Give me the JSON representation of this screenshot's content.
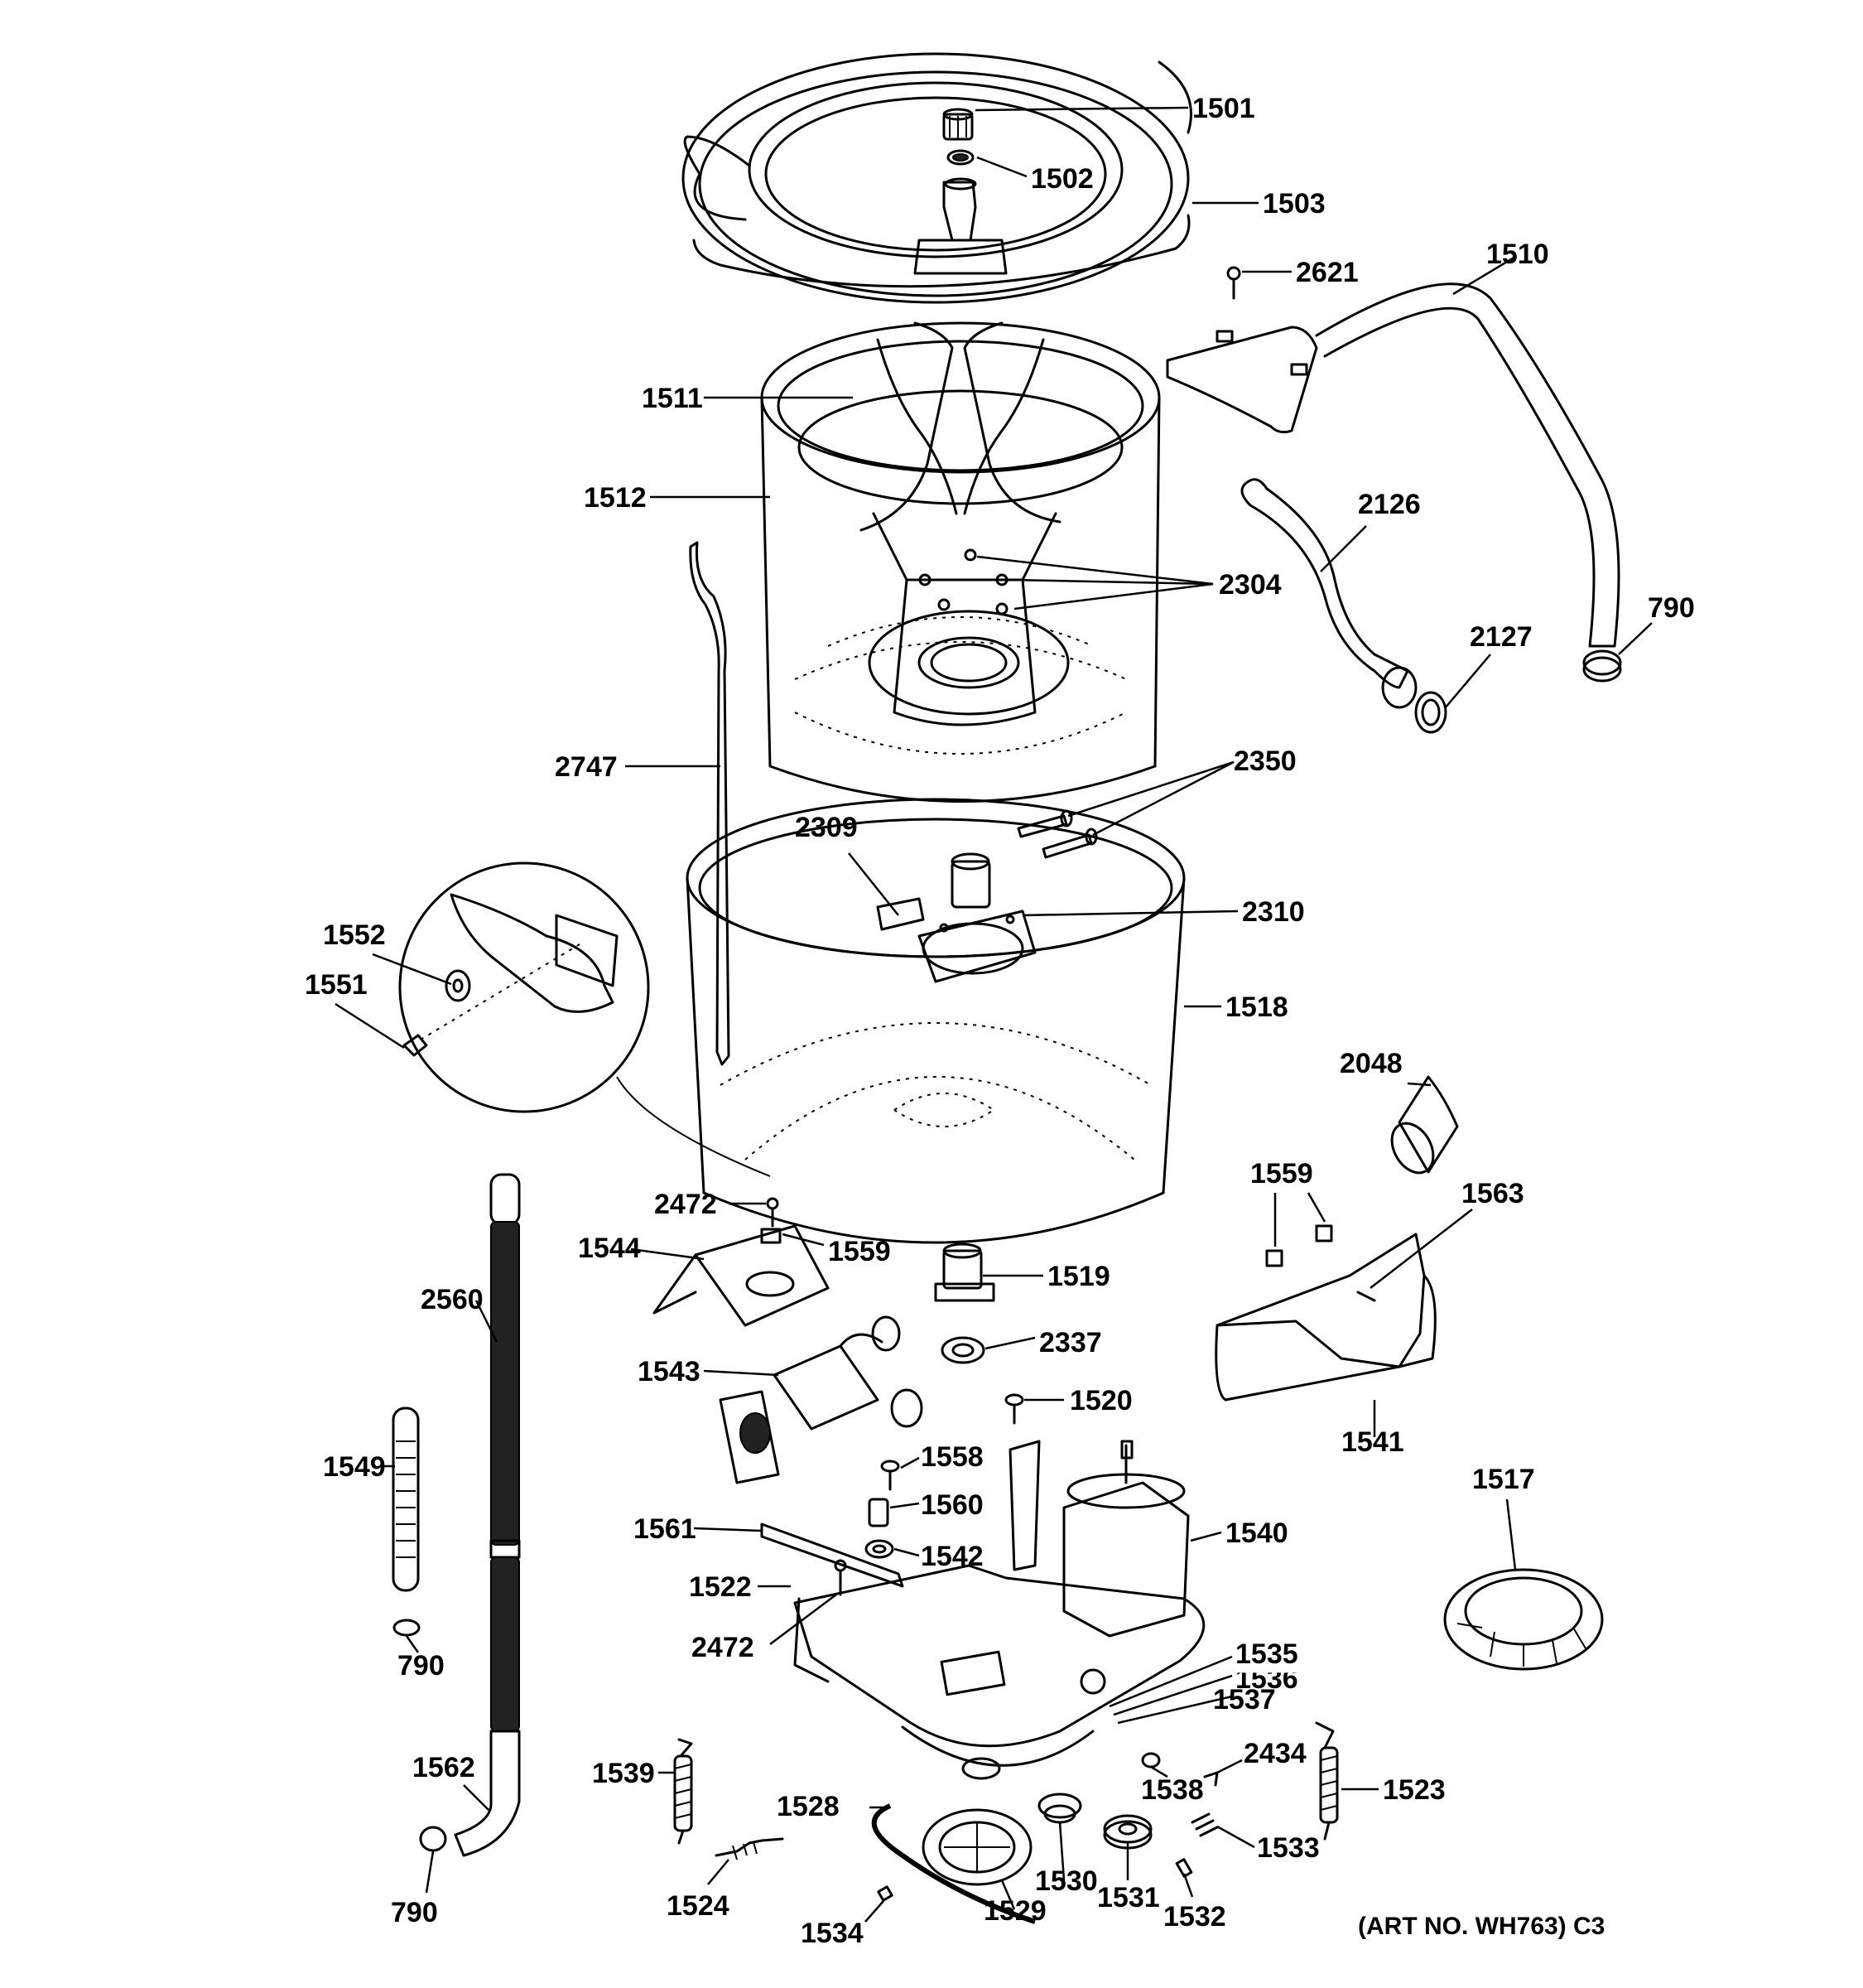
{
  "diagram": {
    "art_number": "(ART NO. WH763) C3",
    "part_numbers": {
      "p1501": "1501",
      "p1502": "1502",
      "p1503": "1503",
      "p1510": "1510",
      "p2621": "2621",
      "p1511": "1511",
      "p1512": "1512",
      "p2304": "2304",
      "p2126": "2126",
      "p2127": "2127",
      "p790a": "790",
      "p2747": "2747",
      "p2350": "2350",
      "p2309": "2309",
      "p2310": "2310",
      "p1518": "1518",
      "p1552": "1552",
      "p1551": "1551",
      "p2048": "2048",
      "p1559a": "1559",
      "p1563": "1563",
      "p2472a": "2472",
      "p1559b": "1559",
      "p1544": "1544",
      "p2560": "2560",
      "p1519": "1519",
      "p2337": "2337",
      "p1543": "1543",
      "p1520": "1520",
      "p1541": "1541",
      "p1549": "1549",
      "p1558": "1558",
      "p1560": "1560",
      "p1517": "1517",
      "p1561": "1561",
      "p1540": "1540",
      "p1542": "1542",
      "p1522": "1522",
      "p790b": "790",
      "p2472b": "2472",
      "p1535": "1535",
      "p1536": "1536",
      "p1537": "1537",
      "p1562": "1562",
      "p2434": "2434",
      "p1539": "1539",
      "p1523": "1523",
      "p1538": "1538",
      "p1528": "1528",
      "p1533": "1533",
      "p1530": "1530",
      "p790c": "790",
      "p1524": "1524",
      "p1529": "1529",
      "p1531": "1531",
      "p1532": "1532",
      "p1534": "1534"
    }
  }
}
